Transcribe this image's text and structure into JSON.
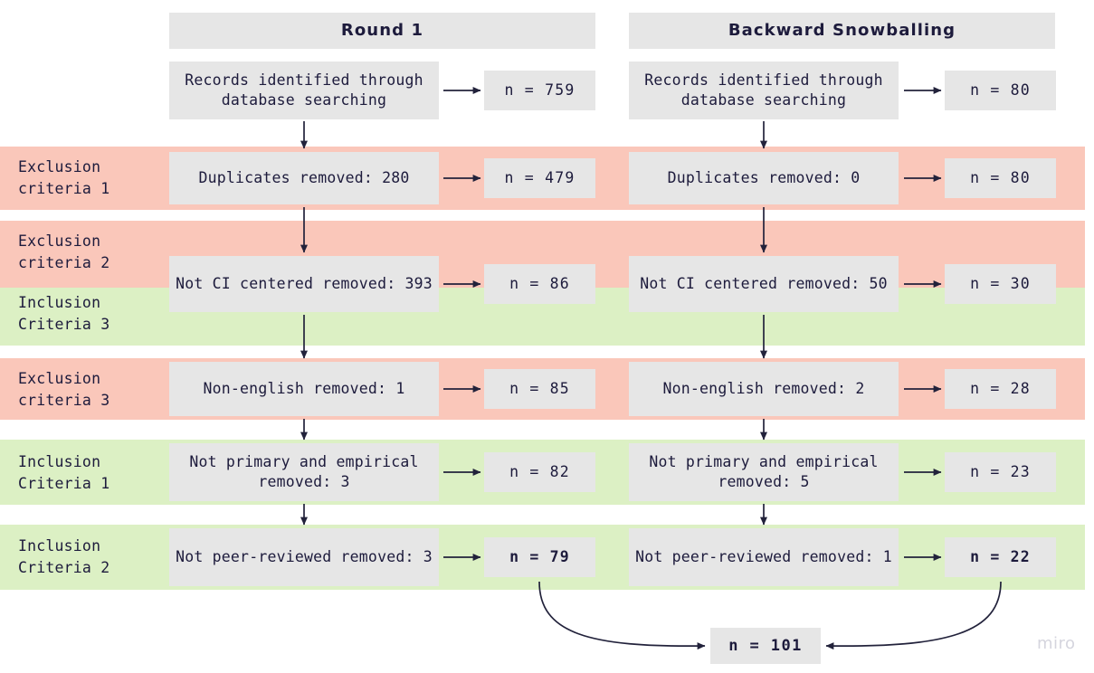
{
  "diagram": {
    "title_left": "Round 1",
    "title_right": "Backward Snowballing",
    "watermark": "miro",
    "colors": {
      "exclusion_band": "#fac7ba",
      "inclusion_band": "#dcf0c4",
      "box": "#e6e6e6",
      "text": "#1d1b3c",
      "arrow": "#22223b",
      "background": "#ffffff"
    }
  },
  "side_labels": [
    {
      "id": "exclusion-criteria-1",
      "text": "Exclusion\ncriteria 1",
      "kind": "exclusion"
    },
    {
      "id": "exclusion-criteria-2",
      "text": "Exclusion\ncriteria 2",
      "kind": "exclusion"
    },
    {
      "id": "inclusion-criteria-3",
      "text": "Inclusion\nCriteria 3",
      "kind": "inclusion"
    },
    {
      "id": "exclusion-criteria-3",
      "text": "Exclusion\ncriteria 3",
      "kind": "exclusion"
    },
    {
      "id": "inclusion-criteria-1",
      "text": "Inclusion\nCriteria 1",
      "kind": "inclusion"
    },
    {
      "id": "inclusion-criteria-2",
      "text": "Inclusion\nCriteria 2",
      "kind": "inclusion"
    }
  ],
  "rows": [
    {
      "id": "records-identified",
      "left_step": "Records identified\nthrough database searching",
      "left_count": "n = 759",
      "right_step": "Records identified\nthrough database searching",
      "right_count": "n = 80",
      "bold_count": false
    },
    {
      "id": "duplicates-removed",
      "left_step": "Duplicates removed: 280",
      "left_count": "n = 479",
      "right_step": "Duplicates removed: 0",
      "right_count": "n = 80",
      "bold_count": false
    },
    {
      "id": "not-ci-centered-removed",
      "left_step": "Not CI centered removed:\n393",
      "left_count": "n = 86",
      "right_step": "Not CI centered removed:\n50",
      "right_count": "n = 30",
      "bold_count": false
    },
    {
      "id": "non-english-removed",
      "left_step": "Non-english removed: 1",
      "left_count": "n = 85",
      "right_step": "Non-english removed: 2",
      "right_count": "n = 28",
      "bold_count": false
    },
    {
      "id": "not-primary-empirical-removed",
      "left_step": "Not primary and empirical\nremoved: 3",
      "left_count": "n = 82",
      "right_step": "Not primary and empirical\nremoved: 5",
      "right_count": "n = 23",
      "bold_count": false
    },
    {
      "id": "not-peer-reviewed-removed",
      "left_step": "Not peer-reviewed removed:\n3",
      "left_count": "n = 79",
      "right_step": "Not peer-reviewed removed:\n1",
      "right_count": "n = 22",
      "bold_count": true
    }
  ],
  "total": {
    "label": "n = 101"
  }
}
